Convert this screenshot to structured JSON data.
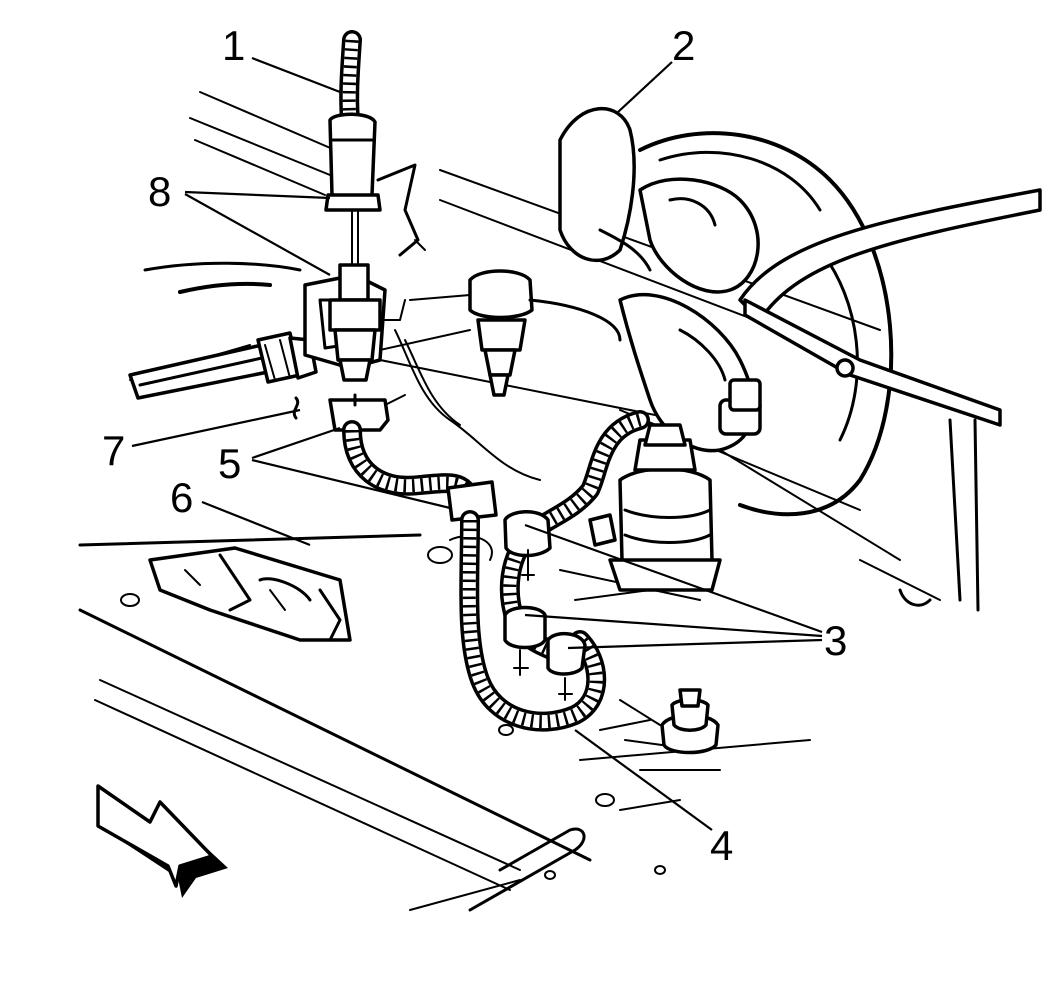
{
  "diagram": {
    "callouts": [
      {
        "id": "1",
        "label": "1"
      },
      {
        "id": "2",
        "label": "2"
      },
      {
        "id": "3",
        "label": "3"
      },
      {
        "id": "4",
        "label": "4"
      },
      {
        "id": "5",
        "label": "5"
      },
      {
        "id": "6",
        "label": "6"
      },
      {
        "id": "7",
        "label": "7"
      },
      {
        "id": "8",
        "label": "8"
      }
    ],
    "colors": {
      "ink": "#000000",
      "paper": "#ffffff"
    },
    "icons": [
      "forward-direction-arrow-icon"
    ]
  }
}
